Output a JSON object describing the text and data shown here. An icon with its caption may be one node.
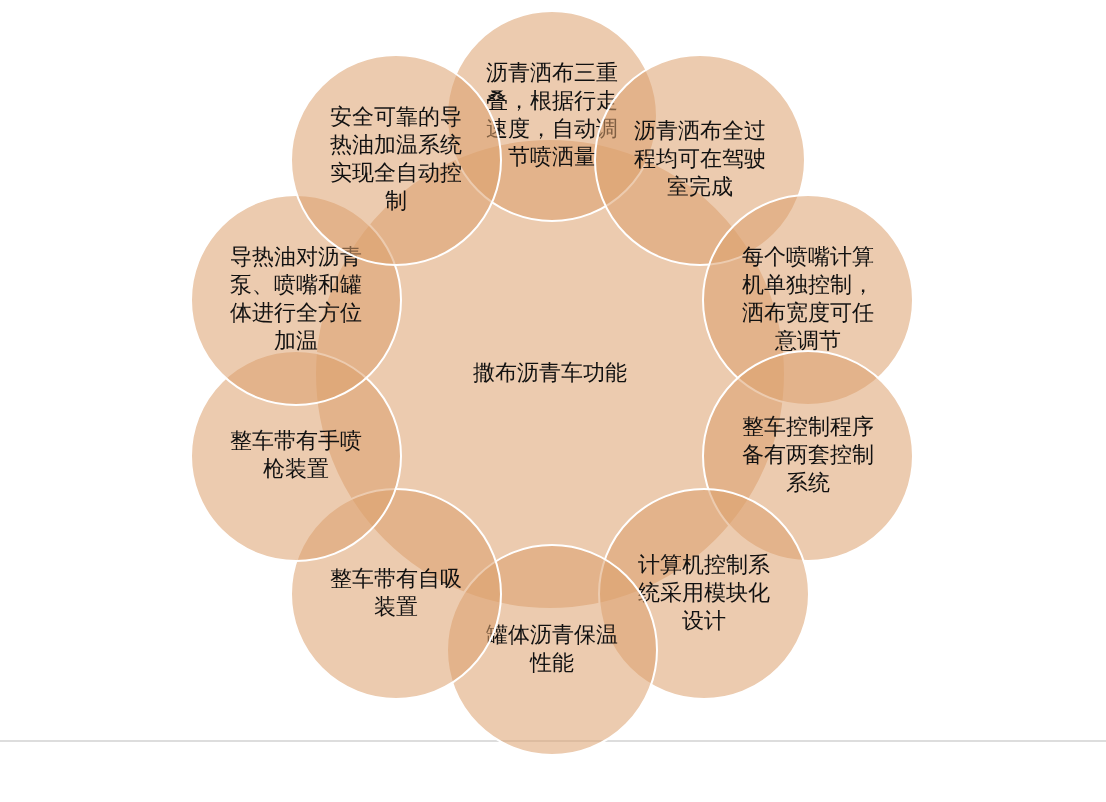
{
  "diagram": {
    "nodes": [
      {
        "text": [
          "撒布沥青车功能"
        ]
      },
      {
        "text": [
          "沥青洒布三重叠，根据行走速度，自动调节喷洒量"
        ]
      },
      {
        "text": [
          "沥青洒布全过程均可在驾驶室完成"
        ]
      },
      {
        "text": [
          "每个喷嘴计算机单独控制，洒布宽度可任意调节"
        ]
      },
      {
        "text": [
          "整车控制程序备有两套控制系统"
        ]
      },
      {
        "text": [
          "计算机控制系统采用模块化设计"
        ]
      },
      {
        "text": [
          "罐体沥青保温性能"
        ]
      },
      {
        "text": [
          "整车带有自吸装置"
        ]
      },
      {
        "text": [
          "整车带有手喷枪装置"
        ]
      },
      {
        "text": [
          "导热油对沥青泵、喷嘴和罐体进行全方位加温"
        ]
      },
      {
        "text": [
          "安全可靠的导热油加温系统实现全自动控制"
        ]
      }
    ]
  }
}
